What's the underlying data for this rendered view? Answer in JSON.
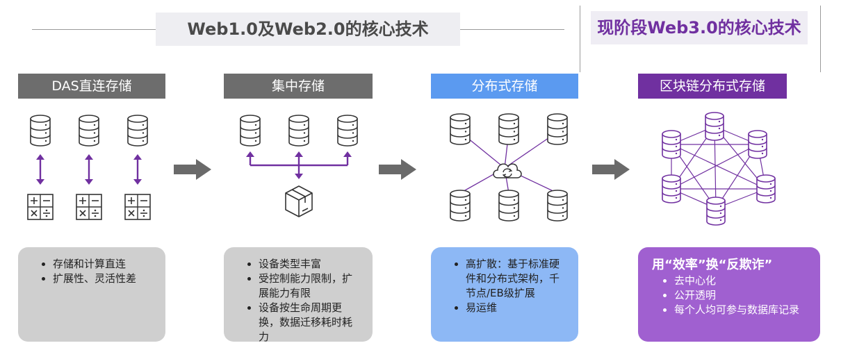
{
  "header": {
    "left_title": "Web1.0及Web2.0的核心技术",
    "right_title": "现阶段Web3.0的核心技术"
  },
  "columns": [
    {
      "title": "DAS直连存储",
      "header_color": "#6d6d6d",
      "points": [
        "存储和计算直连",
        "扩展性、灵活性差"
      ],
      "card_color": "#cfcfcf"
    },
    {
      "title": "集中存储",
      "header_color": "#6d6d6d",
      "points": [
        "设备类型丰富",
        "受控制能力限制，扩展能力有限",
        "设备按生命周期更换，数据迁移耗时耗力"
      ],
      "card_color": "#cfcfcf"
    },
    {
      "title": "分布式存储",
      "header_color": "#5b9af0",
      "points": [
        "高扩散：基于标准硬件和分布式架构，千节点/EB级扩展",
        "易运维"
      ],
      "card_color": "#8db8f5"
    },
    {
      "title": "区块链分布式存储",
      "header_color": "#7030a0",
      "heading": "用“效率”换“反欺诈”",
      "points": [
        "去中心化",
        "公开透明",
        "每个人均可参与数据库记录"
      ],
      "card_color": "#a060d0"
    }
  ],
  "icons": {
    "database": "database-icon",
    "calculator": "calculator-icon",
    "package": "package-icon",
    "cloud": "cloud-sync-icon",
    "arrow": "right-arrow-icon"
  },
  "colors": {
    "accent_purple": "#7030a0",
    "gray_arrow": "#6a6a6a"
  }
}
